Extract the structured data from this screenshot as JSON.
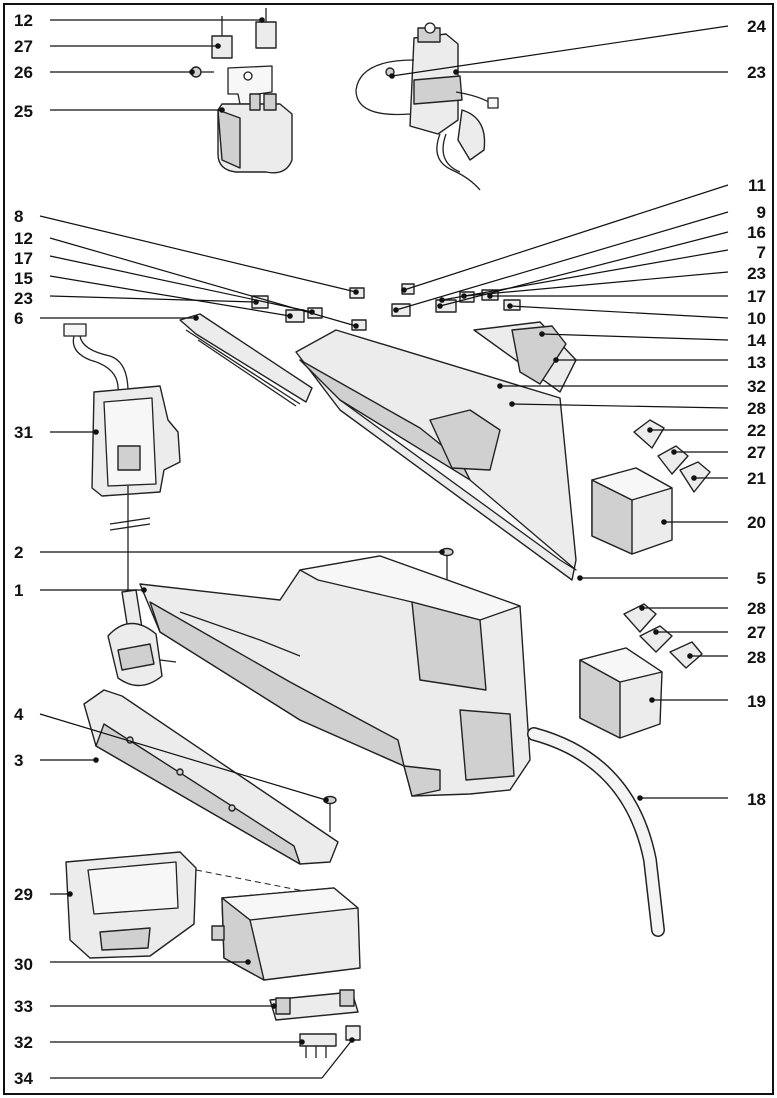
{
  "diagram": {
    "type": "exploded-parts-view",
    "callouts": [
      {
        "id": "c-12a",
        "label": "12"
      },
      {
        "id": "c-27a",
        "label": "27"
      },
      {
        "id": "c-26",
        "label": "26"
      },
      {
        "id": "c-25",
        "label": "25"
      },
      {
        "id": "c-24",
        "label": "24"
      },
      {
        "id": "c-23a",
        "label": "23"
      },
      {
        "id": "c-11",
        "label": "11"
      },
      {
        "id": "c-8",
        "label": "8"
      },
      {
        "id": "c-9",
        "label": "9"
      },
      {
        "id": "c-12b",
        "label": "12"
      },
      {
        "id": "c-16",
        "label": "16"
      },
      {
        "id": "c-17a",
        "label": "17"
      },
      {
        "id": "c-7",
        "label": "7"
      },
      {
        "id": "c-15",
        "label": "15"
      },
      {
        "id": "c-23b",
        "label": "23"
      },
      {
        "id": "c-23c",
        "label": "23"
      },
      {
        "id": "c-17b",
        "label": "17"
      },
      {
        "id": "c-6",
        "label": "6"
      },
      {
        "id": "c-10",
        "label": "10"
      },
      {
        "id": "c-14",
        "label": "14"
      },
      {
        "id": "c-13",
        "label": "13"
      },
      {
        "id": "c-31",
        "label": "31"
      },
      {
        "id": "c-32a",
        "label": "32"
      },
      {
        "id": "c-28a",
        "label": "28"
      },
      {
        "id": "c-22",
        "label": "22"
      },
      {
        "id": "c-27b",
        "label": "27"
      },
      {
        "id": "c-21",
        "label": "21"
      },
      {
        "id": "c-20",
        "label": "20"
      },
      {
        "id": "c-2",
        "label": "2"
      },
      {
        "id": "c-1",
        "label": "1"
      },
      {
        "id": "c-5",
        "label": "5"
      },
      {
        "id": "c-28b",
        "label": "28"
      },
      {
        "id": "c-27c",
        "label": "27"
      },
      {
        "id": "c-28c",
        "label": "28"
      },
      {
        "id": "c-19",
        "label": "19"
      },
      {
        "id": "c-4",
        "label": "4"
      },
      {
        "id": "c-3",
        "label": "3"
      },
      {
        "id": "c-18",
        "label": "18"
      },
      {
        "id": "c-29",
        "label": "29"
      },
      {
        "id": "c-30",
        "label": "30"
      },
      {
        "id": "c-33",
        "label": "33"
      },
      {
        "id": "c-32b",
        "label": "32"
      },
      {
        "id": "c-34",
        "label": "34"
      }
    ]
  }
}
